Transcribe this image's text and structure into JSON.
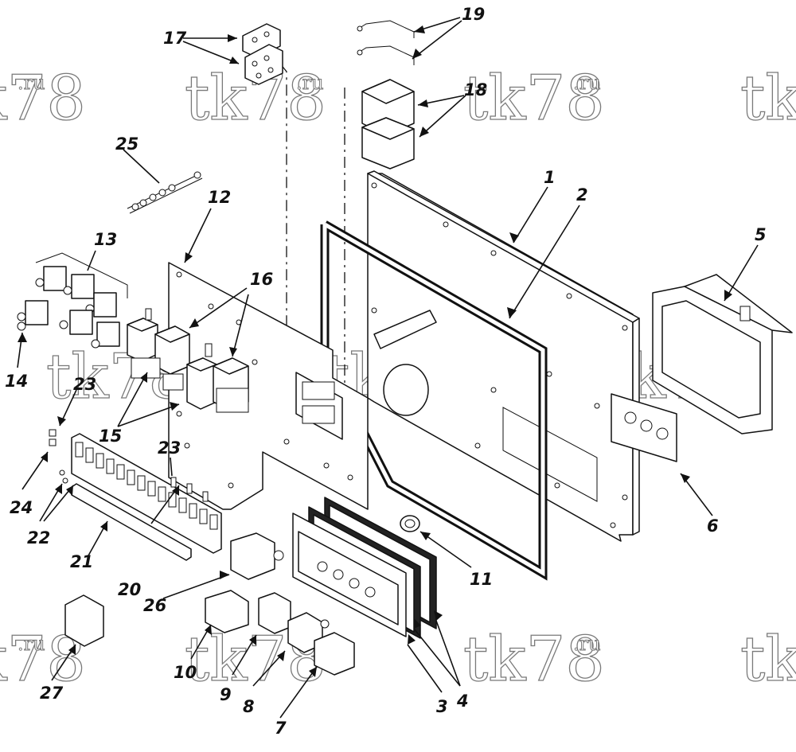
{
  "watermark": {
    "text": "tk78",
    "suffix": ".ru"
  },
  "callouts": [
    {
      "id": "c1",
      "label": "1"
    },
    {
      "id": "c2",
      "label": "2"
    },
    {
      "id": "c3",
      "label": "3"
    },
    {
      "id": "c4",
      "label": "4"
    },
    {
      "id": "c5",
      "label": "5"
    },
    {
      "id": "c6",
      "label": "6"
    },
    {
      "id": "c7",
      "label": "7"
    },
    {
      "id": "c8",
      "label": "8"
    },
    {
      "id": "c9",
      "label": "9"
    },
    {
      "id": "c10",
      "label": "10"
    },
    {
      "id": "c11",
      "label": "11"
    },
    {
      "id": "c12",
      "label": "12"
    },
    {
      "id": "c13",
      "label": "13"
    },
    {
      "id": "c14",
      "label": "14"
    },
    {
      "id": "c15",
      "label": "15"
    },
    {
      "id": "c16",
      "label": "16"
    },
    {
      "id": "c17",
      "label": "17"
    },
    {
      "id": "c18",
      "label": "18"
    },
    {
      "id": "c19",
      "label": "19"
    },
    {
      "id": "c20",
      "label": "20"
    },
    {
      "id": "c21",
      "label": "21"
    },
    {
      "id": "c22",
      "label": "22"
    },
    {
      "id": "c23a",
      "label": "23"
    },
    {
      "id": "c23b",
      "label": "23"
    },
    {
      "id": "c24",
      "label": "24"
    },
    {
      "id": "c25",
      "label": "25"
    },
    {
      "id": "c26",
      "label": "26"
    },
    {
      "id": "c27",
      "label": "27"
    }
  ]
}
